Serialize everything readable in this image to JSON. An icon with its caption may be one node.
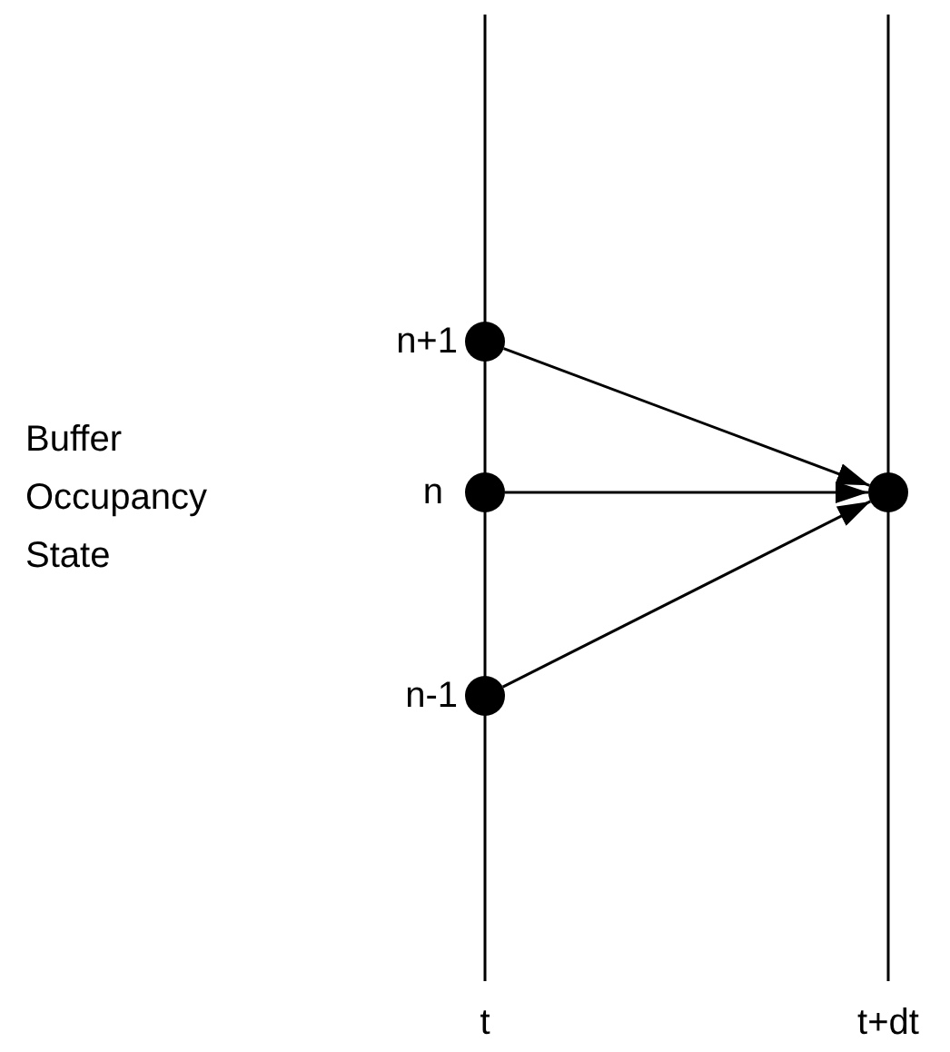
{
  "diagram": {
    "nodes": [
      {
        "text": [],
        "shape": "circle",
        "beside": [
          "n+1"
        ]
      },
      {
        "text": [],
        "shape": "circle",
        "beside": [
          "n"
        ]
      },
      {
        "text": [],
        "shape": "circle",
        "beside": [
          "n-1"
        ]
      },
      {
        "text": [],
        "shape": "circle"
      }
    ],
    "edges": [
      {
        "from": 0,
        "to": 3,
        "arrow": "to"
      },
      {
        "from": 1,
        "to": 3,
        "arrow": "to"
      },
      {
        "from": 2,
        "to": 3,
        "arrow": "to"
      }
    ],
    "labels": [
      "Buffer Occupancy State",
      "t",
      "t+dt"
    ]
  }
}
